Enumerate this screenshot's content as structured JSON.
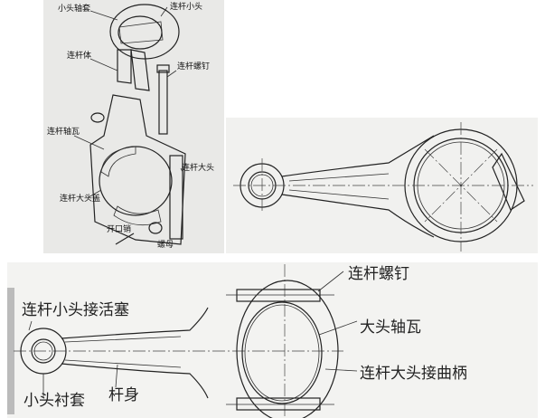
{
  "panel_exploded": {
    "labels": [
      "小头轴套",
      "连杆小头",
      "连杆体",
      "连杆螺钉",
      "连杆轴瓦",
      "连杆大头",
      "连杆大头盖",
      "开口销",
      "螺母"
    ]
  },
  "panel_sketch": {
    "labels": [
      "连杆小头接活塞",
      "连杆螺钉",
      "大头轴瓦",
      "连杆大头接曲柄",
      "小头衬套",
      "杆身"
    ]
  }
}
